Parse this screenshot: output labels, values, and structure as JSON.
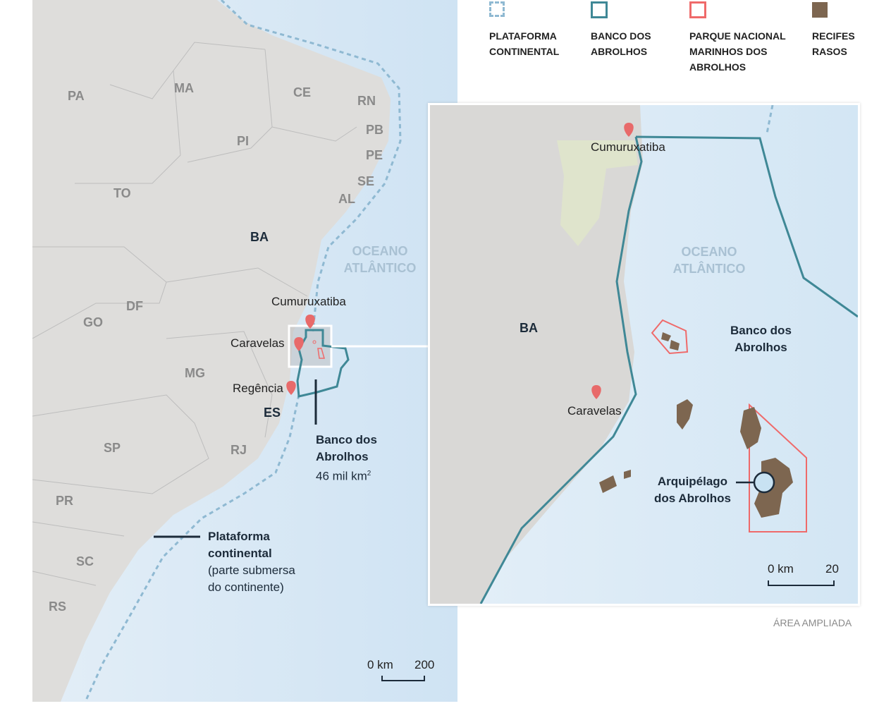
{
  "legend": [
    {
      "label_1": "PLATAFORMA",
      "label_2": "CONTINENTAL",
      "label_3": ""
    },
    {
      "label_1": "BANCO DOS",
      "label_2": "ABROLHOS",
      "label_3": ""
    },
    {
      "label_1": "PARQUE NACIONAL",
      "label_2": "MARINHOS DOS",
      "label_3": "ABROLHOS"
    },
    {
      "label_1": "RECIFES",
      "label_2": "RASOS",
      "label_3": ""
    }
  ],
  "colors": {
    "shelf": "#8fb9d2",
    "bank": "#3f8896",
    "park": "#ef6a6a",
    "reef": "#7d6650",
    "land": "#dedddb",
    "ocean": "#d5e7f4"
  },
  "main_map": {
    "states": [
      "PA",
      "MA",
      "CE",
      "RN",
      "PB",
      "PE",
      "SE",
      "AL",
      "PI",
      "TO",
      "BA",
      "DF",
      "GO",
      "MG",
      "ES",
      "RJ",
      "SP",
      "PR",
      "SC",
      "RS"
    ],
    "ocean_1": "OCEANO",
    "ocean_2": "ATLÂNTICO",
    "places": [
      "Cumuruxatiba",
      "Caravelas",
      "Regência"
    ],
    "bank_title_1": "Banco dos",
    "bank_title_2": "Abrolhos",
    "bank_area": "46 mil km",
    "bank_area_sup": "2",
    "shelf_title_1": "Plataforma",
    "shelf_title_2": "continental",
    "shelf_desc_1": "(parte submersa",
    "shelf_desc_2": "do continente)",
    "scale_start": "0 km",
    "scale_end": "200"
  },
  "inset": {
    "state": "BA",
    "ocean_1": "OCEANO",
    "ocean_2": "ATLÂNTICO",
    "places": [
      "Cumuruxatiba",
      "Caravelas"
    ],
    "bank_1": "Banco dos",
    "bank_2": "Abrolhos",
    "arch_1": "Arquipélago",
    "arch_2": "dos Abrolhos",
    "scale_start": "0 km",
    "scale_end": "20",
    "caption": "ÁREA AMPLIADA"
  }
}
